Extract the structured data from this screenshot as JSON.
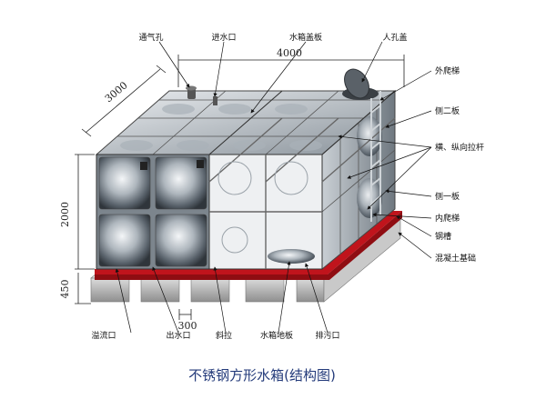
{
  "diagram": {
    "caption": "不锈钢方形水箱(结构图)",
    "dimensions": {
      "length": "4000",
      "width": "3000",
      "height": "2000",
      "base_height": "450",
      "base_spacing": "300"
    },
    "labels": {
      "top": {
        "vent": "通气孔",
        "inlet": "进水口",
        "cover_plate": "水箱盖板",
        "manhole_cover": "人孔盖"
      },
      "right": {
        "outer_ladder": "外爬梯",
        "side_plate_2": "侧二板",
        "tie_rod": "横、纵向拉杆",
        "side_plate_1": "侧一板",
        "inner_ladder": "内爬梯",
        "steel_channel": "钢槽",
        "concrete_base": "混凝土基础"
      },
      "bottom": {
        "overflow": "溢流口",
        "outlet": "出水口",
        "brace": "斜拉",
        "bottom_plate": "水箱地板",
        "drain": "排污口"
      }
    }
  }
}
